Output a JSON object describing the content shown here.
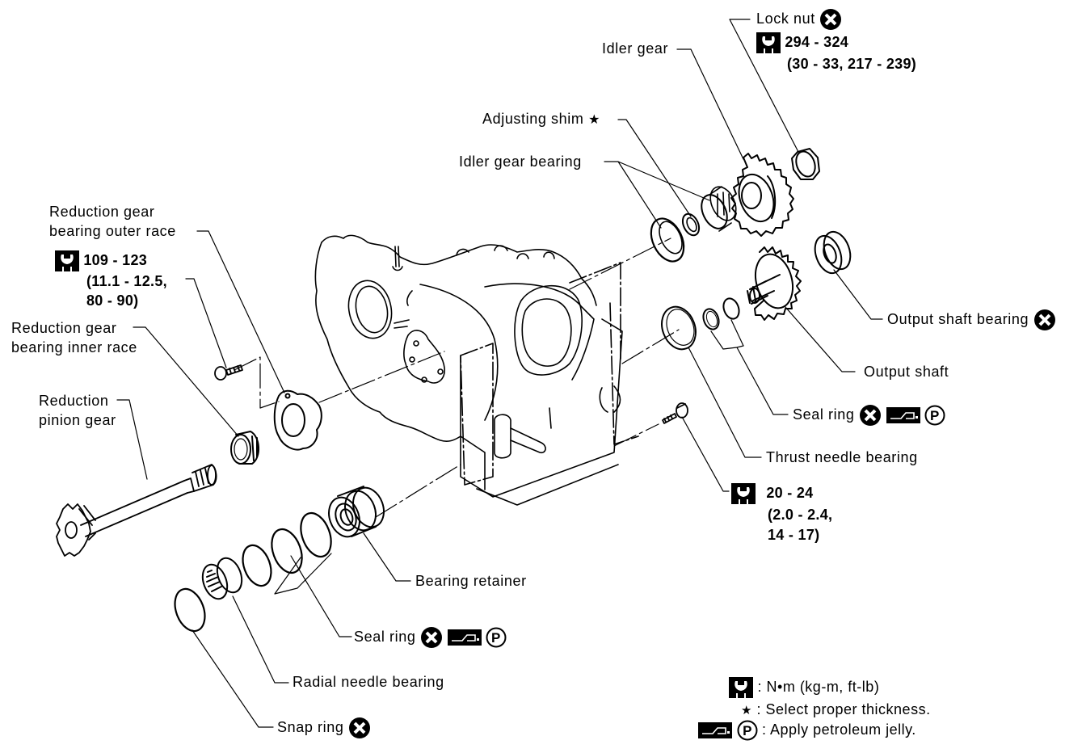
{
  "diagram": {
    "title": "Transfer case exploded view - output shaft and reduction gear components",
    "colors": {
      "ink": "#000000",
      "paper": "#ffffff"
    },
    "symbols": {
      "torque": "torque-wrench-symbol",
      "replace": "x-circle-do-not-reuse",
      "select": "star",
      "jelly": "petroleum-jelly-gun-symbol",
      "p_circle": "P"
    },
    "labels": {
      "lock_nut": "Lock nut",
      "idler_gear": "Idler gear",
      "adjusting_shim": "Adjusting shim",
      "idler_gear_bearing": "Idler gear bearing",
      "reduction_outer_race_1": "Reduction gear",
      "reduction_outer_race_2": "bearing outer race",
      "reduction_inner_race_1": "Reduction gear",
      "reduction_inner_race_2": "bearing inner race",
      "reduction_pinion_1": "Reduction",
      "reduction_pinion_2": "pinion gear",
      "output_shaft_bearing": "Output shaft bearing",
      "output_shaft": "Output shaft",
      "seal_ring_right": "Seal ring",
      "thrust_needle_bearing": "Thrust needle bearing",
      "bearing_retainer": "Bearing retainer",
      "seal_ring_bottom": "Seal ring",
      "radial_needle_bearing": "Radial needle bearing",
      "snap_ring": "Snap ring"
    },
    "torques": {
      "lock_nut": {
        "nm": "294 - 324",
        "alt": "(30 - 33, 217 - 239)"
      },
      "outer_race_bolt": {
        "nm": "109 - 123",
        "alt1": "(11.1 - 12.5,",
        "alt2": "80 - 90)"
      },
      "retainer_bolt": {
        "nm": "20 - 24",
        "alt1": "(2.0 - 2.4,",
        "alt2": "14 - 17)"
      }
    },
    "legend": {
      "torque_unit": ": N•m (kg-m, ft-lb)",
      "star": "★",
      "select_thickness": ": Select proper thickness.",
      "apply_jelly": ": Apply petroleum jelly.",
      "p": "P"
    }
  }
}
